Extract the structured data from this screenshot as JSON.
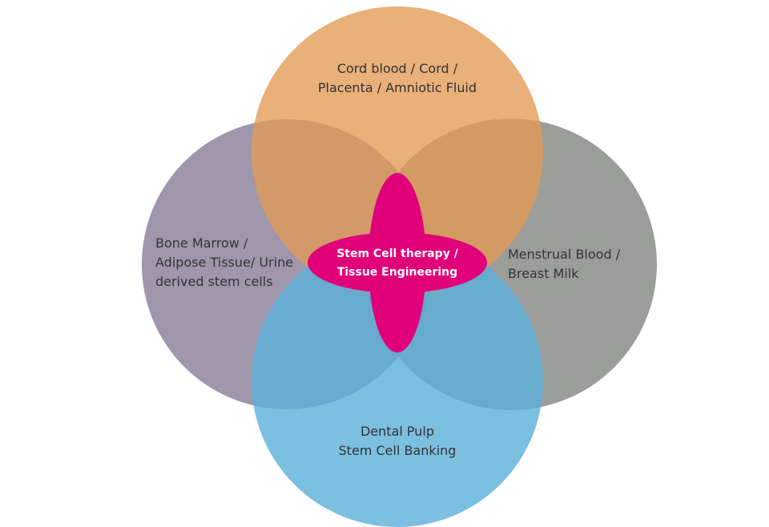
{
  "diagram": {
    "top": {
      "line1": "Cord blood / Cord /",
      "line2": "Placenta / Amniotic Fluid",
      "color": "#E39A55"
    },
    "left": {
      "line1": "Bone Marrow /",
      "line2": "Adipose Tissue/ Urine",
      "line3": "derived stem cells",
      "color": "#8A7F9A"
    },
    "right": {
      "line1": "Menstrual Blood /",
      "line2": "Breast Milk",
      "color": "#818581"
    },
    "bottom": {
      "line1": "Dental Pulp",
      "line2": "Stem Cell Banking",
      "color": "#5AAFD9"
    },
    "center": {
      "line1": "Stem Cell therapy /",
      "line2": "Tissue Engineering",
      "color": "#E0007A"
    }
  }
}
